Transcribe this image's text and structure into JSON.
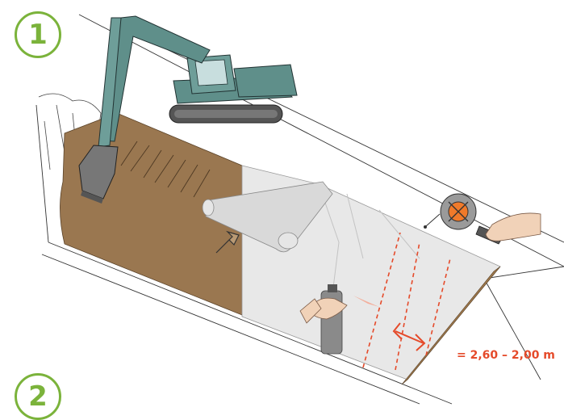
{
  "steps": [
    {
      "number": "1"
    },
    {
      "number": "2"
    }
  ],
  "dimension_label": "= 2,60 – 2,00 m",
  "icons": [
    "excavator-icon",
    "membrane-roll-icon",
    "spray-can-icon",
    "measuring-tape-icon",
    "slope-direction-arrow-icon",
    "width-arrow-icon"
  ],
  "colors": {
    "step_badge": "#7bb33b",
    "dimension": "#e54a2a",
    "soil": "#9a7750",
    "membrane": "#e8e8e8",
    "excavator": "#5f8f8a"
  }
}
